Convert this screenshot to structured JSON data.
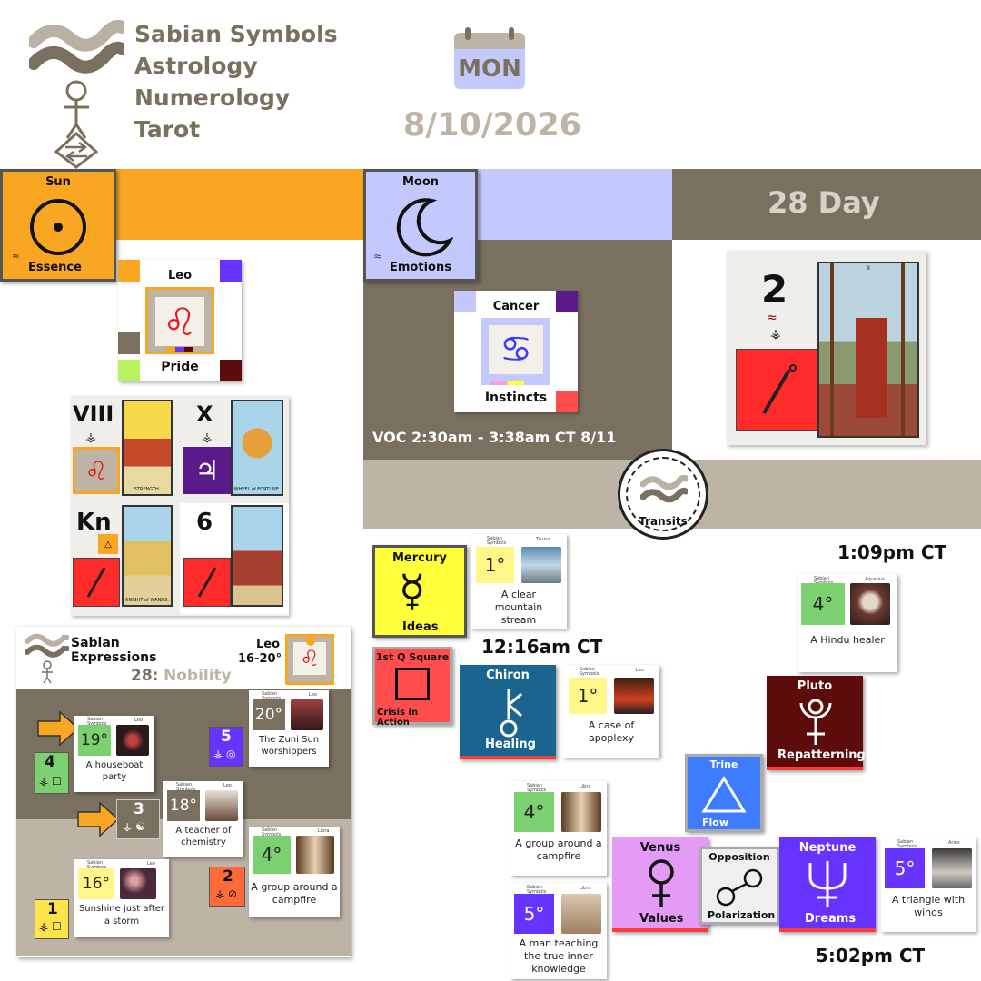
{
  "brand": {
    "lines": [
      "Sabian Symbols",
      "Astrology",
      "Numerology",
      "Tarot"
    ]
  },
  "date": {
    "weekday": "MON",
    "date": "8/10/2026"
  },
  "sun": {
    "title": "Sun",
    "subtitle": "Essence",
    "sign": "Leo",
    "sign_keyword": "Pride",
    "tarot": [
      {
        "numeral": "VIII",
        "card_name": "STRENGTH."
      },
      {
        "numeral": "X",
        "card_name": "WHEEL of FORTUNE."
      },
      {
        "numeral": "Kn",
        "card_name": "KNIGHT of WANDS."
      },
      {
        "numeral": "6",
        "card_name": ""
      }
    ]
  },
  "moon": {
    "title": "Moon",
    "subtitle": "Emotions",
    "sign": "Cancer",
    "sign_keyword": "Instincts",
    "voc": "VOC 2:30am - 3:38am CT 8/11"
  },
  "day": {
    "label": "28 Day",
    "number": "2",
    "card_numeral": "II"
  },
  "transits": {
    "label": "Transits",
    "mercury": {
      "title": "Mercury",
      "subtitle": "Ideas",
      "degree": "1°",
      "sign": "Taurus",
      "caption": "A clear mountain stream"
    },
    "aspect_square": {
      "title": "1st Q Square",
      "subtitle": "Crisis in Action"
    },
    "time1": "12:16am CT",
    "chiron": {
      "title": "Chiron",
      "subtitle": "Healing",
      "degree": "1°",
      "sign": "Leo",
      "caption": "A case of apoplexy"
    },
    "time2": "1:09pm CT",
    "hindu": {
      "degree": "4°",
      "sign": "Aquarius",
      "caption": "A Hindu healer"
    },
    "pluto": {
      "title": "Pluto",
      "subtitle": "Repatterning"
    },
    "trine": {
      "title": "Trine",
      "subtitle": "Flow"
    },
    "venus_card_top": {
      "degree": "4°",
      "sign": "Libra",
      "caption": "A group around a campfire"
    },
    "venus_card_bottom": {
      "degree": "5°",
      "sign": "Libra",
      "caption": "A man teaching the true inner knowledge"
    },
    "venus": {
      "title": "Venus",
      "subtitle": "Values"
    },
    "opposition": {
      "title": "Opposition",
      "subtitle": "Polarization"
    },
    "neptune": {
      "title": "Neptune",
      "subtitle": "Dreams",
      "degree": "5°",
      "sign": "Aries",
      "caption": "A triangle with wings"
    },
    "time3": "5:02pm CT"
  },
  "expressions": {
    "brand_line1": "Sabian",
    "brand_line2": "Expressions",
    "sign": "Leo",
    "range": "16-20°",
    "day_title_num": "28:",
    "day_title_word": "Nobility",
    "cards": [
      {
        "degree": "19°",
        "sign": "Leo",
        "caption": "A houseboat party",
        "num": "4"
      },
      {
        "degree": "20°",
        "sign": "Leo",
        "caption": "The Zuni Sun worshippers",
        "num": "5"
      },
      {
        "degree": "18°",
        "sign": "Leo",
        "caption": "A teacher of chemistry",
        "num": "3"
      },
      {
        "degree": "4°",
        "sign": "Libra",
        "caption": "A group around a campfire",
        "num": "2"
      },
      {
        "degree": "16°",
        "sign": "Leo",
        "caption": "Sunshine just after a storm",
        "num": "1"
      }
    ]
  },
  "mini_brand": "Sabian Symbols",
  "colors": {
    "sun_orange": "#f9a623",
    "moon_blue": "#c3c9fd",
    "taupe": "#7a705f",
    "light_taupe": "#bdb4a6",
    "mercury_yellow": "#ffff3a",
    "aspect_red": "#ff4d4d",
    "chiron_blue": "#196590",
    "pluto_maroon": "#5e0b0b",
    "trine_blue": "#3d7bff",
    "venus_pink": "#e39bf5",
    "neptune_purple": "#6633ff"
  }
}
